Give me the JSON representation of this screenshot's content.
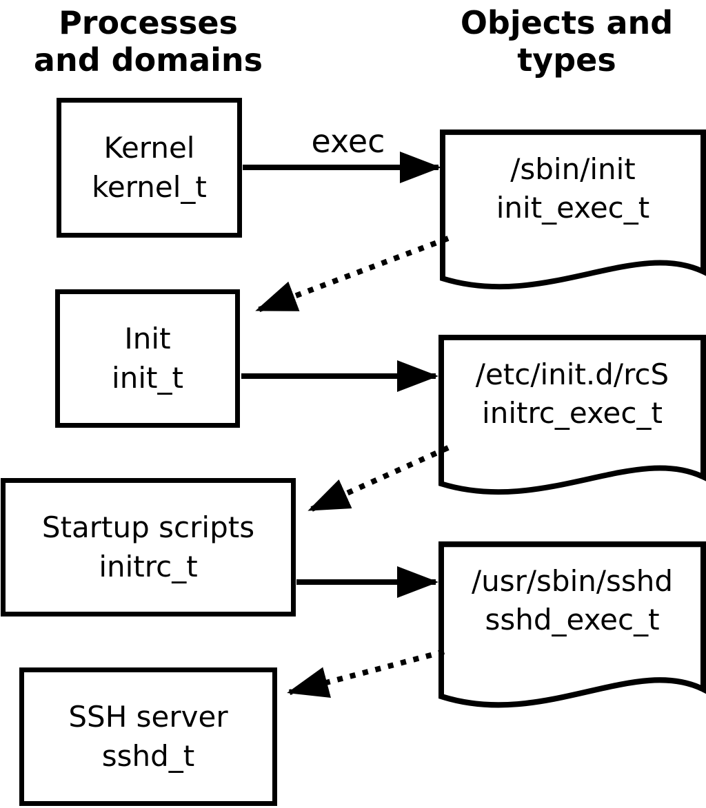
{
  "headers": {
    "left": {
      "lines": [
        "Processes",
        "and domains"
      ]
    },
    "right": {
      "lines": [
        "Objects and",
        "types"
      ]
    }
  },
  "processes": [
    {
      "name": "Kernel",
      "type": "kernel_t"
    },
    {
      "name": "Init",
      "type": "init_t"
    },
    {
      "name": "Startup scripts",
      "type": "initrc_t"
    },
    {
      "name": "SSH server",
      "type": "sshd_t"
    }
  ],
  "objects": [
    {
      "path": "/sbin/init",
      "type": "init_exec_t"
    },
    {
      "path": "/etc/init.d/rcS",
      "type": "initrc_exec_t"
    },
    {
      "path": "/usr/sbin/sshd",
      "type": "sshd_exec_t"
    }
  ],
  "arrows": {
    "exec_label": "exec",
    "edges": [
      {
        "from": "kernel_t",
        "to": "/sbin/init",
        "style": "solid",
        "label": "exec"
      },
      {
        "from": "/sbin/init",
        "to": "init_t",
        "style": "dotted",
        "label": ""
      },
      {
        "from": "init_t",
        "to": "/etc/init.d/rcS",
        "style": "solid",
        "label": ""
      },
      {
        "from": "/etc/init.d/rcS",
        "to": "initrc_t",
        "style": "dotted",
        "label": ""
      },
      {
        "from": "initrc_t",
        "to": "/usr/sbin/sshd",
        "style": "solid",
        "label": ""
      },
      {
        "from": "/usr/sbin/sshd",
        "to": "sshd_t",
        "style": "dotted",
        "label": ""
      }
    ]
  },
  "colors": {
    "ink": "#000000",
    "background": "#ffffff"
  }
}
